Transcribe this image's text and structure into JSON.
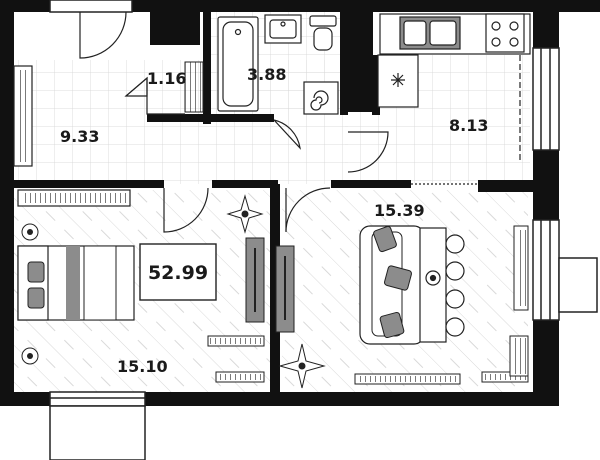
{
  "plan": {
    "total_area": "52.99",
    "rooms": {
      "hall": {
        "area": "9.33"
      },
      "storage": {
        "area": "1.16"
      },
      "bathroom": {
        "area": "3.88"
      },
      "kitchen": {
        "area": "8.13"
      },
      "bedroom": {
        "area": "15.10"
      },
      "living_room": {
        "area": "15.39"
      }
    },
    "colors": {
      "wall": "#111111",
      "furniture_fill": "#8c8c8c",
      "line": "#222222",
      "floor_tile": "#cfcfcf",
      "floor_plank": "#d9d9d9"
    },
    "icons": [
      "compass-rose-icon",
      "bed-icon",
      "sofa-icon",
      "dining-table-icon",
      "bathtub-icon",
      "washing-machine-icon",
      "stove-icon",
      "sink-icon",
      "toilet-icon",
      "wardrobe-icon",
      "radiator-icon",
      "door-swing-icon"
    ]
  }
}
